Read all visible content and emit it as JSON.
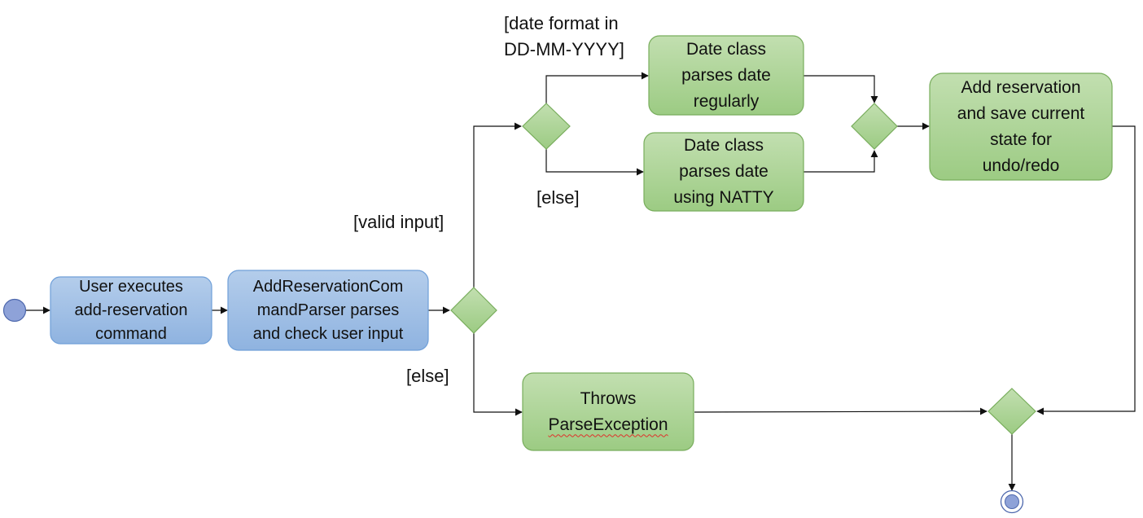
{
  "diagram": {
    "type": "activity",
    "nodes": {
      "user_executes": "User executes\nadd-reservation\ncommand",
      "parser": "AddReservationCom\nmandParser parses\nand check user input",
      "date_regular": "Date class\nparses date\nregularly",
      "date_natty": "Date class\nparses date\nusing NATTY",
      "add_reservation": "Add reservation\nand save current\nstate for\nundo/redo",
      "throws_line1": "Throws",
      "throws_line2": "ParseException"
    },
    "guards": {
      "date_format": "[date format in\nDD-MM-YYYY]",
      "else_top": "[else]",
      "valid_input": "[valid input]",
      "else_bottom": "[else]"
    },
    "colors": {
      "blue_fill_top": "#b4cdeb",
      "blue_fill_bottom": "#8fb3e0",
      "blue_stroke": "#6f9fd8",
      "green_fill_top": "#c2dfb0",
      "green_fill_bottom": "#9ccb83",
      "green_stroke": "#78ad5c",
      "start_fill": "#8ea2d8",
      "start_stroke": "#4e68ad",
      "line": "#111111"
    }
  }
}
